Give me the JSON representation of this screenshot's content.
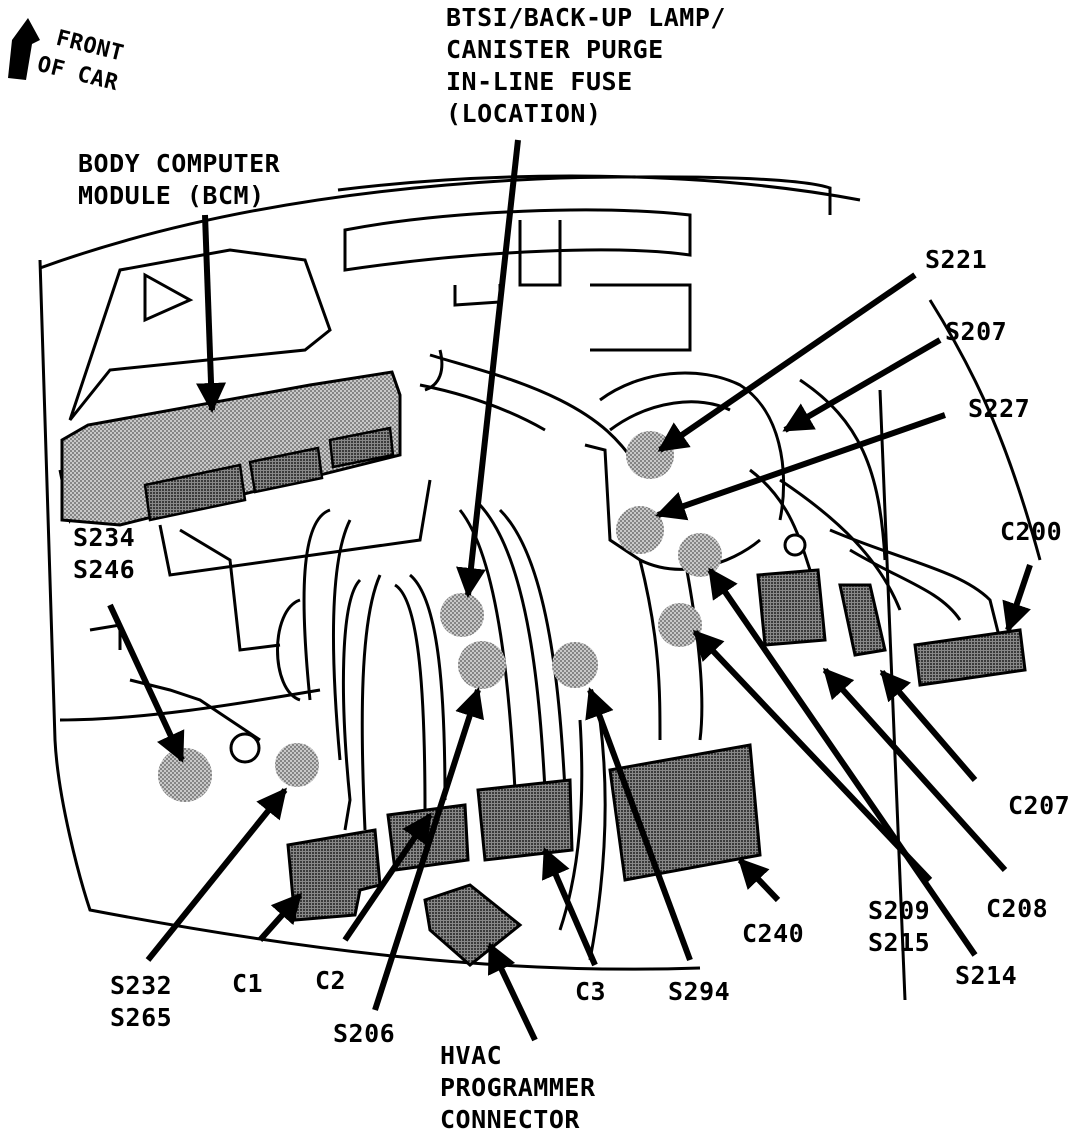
{
  "orientation": {
    "line1": "FRONT",
    "line2": "OF CAR"
  },
  "labels": {
    "bcm": [
      "BODY COMPUTER",
      "MODULE (BCM)"
    ],
    "fuse": [
      "BTSI/BACK-UP LAMP/",
      "CANISTER PURGE",
      "IN-LINE FUSE",
      "(LOCATION)"
    ],
    "s221": "S221",
    "s207": "S207",
    "s227": "S227",
    "c200": "C200",
    "s234": [
      "S234",
      "S246"
    ],
    "c207": "C207",
    "c208": "C208",
    "s209": [
      "S209",
      "S215"
    ],
    "s214": "S214",
    "c240": "C240",
    "s294": "S294",
    "c3": "C3",
    "hvac": [
      "HVAC",
      "PROGRAMMER",
      "CONNECTOR"
    ],
    "s206": "S206",
    "c2": "C2",
    "c1": "C1",
    "s232": [
      "S232",
      "S265"
    ]
  },
  "colors": {
    "ink": "#000000",
    "splice_shade": "#9a9a9a",
    "module_shade": "#8c8c8c"
  }
}
